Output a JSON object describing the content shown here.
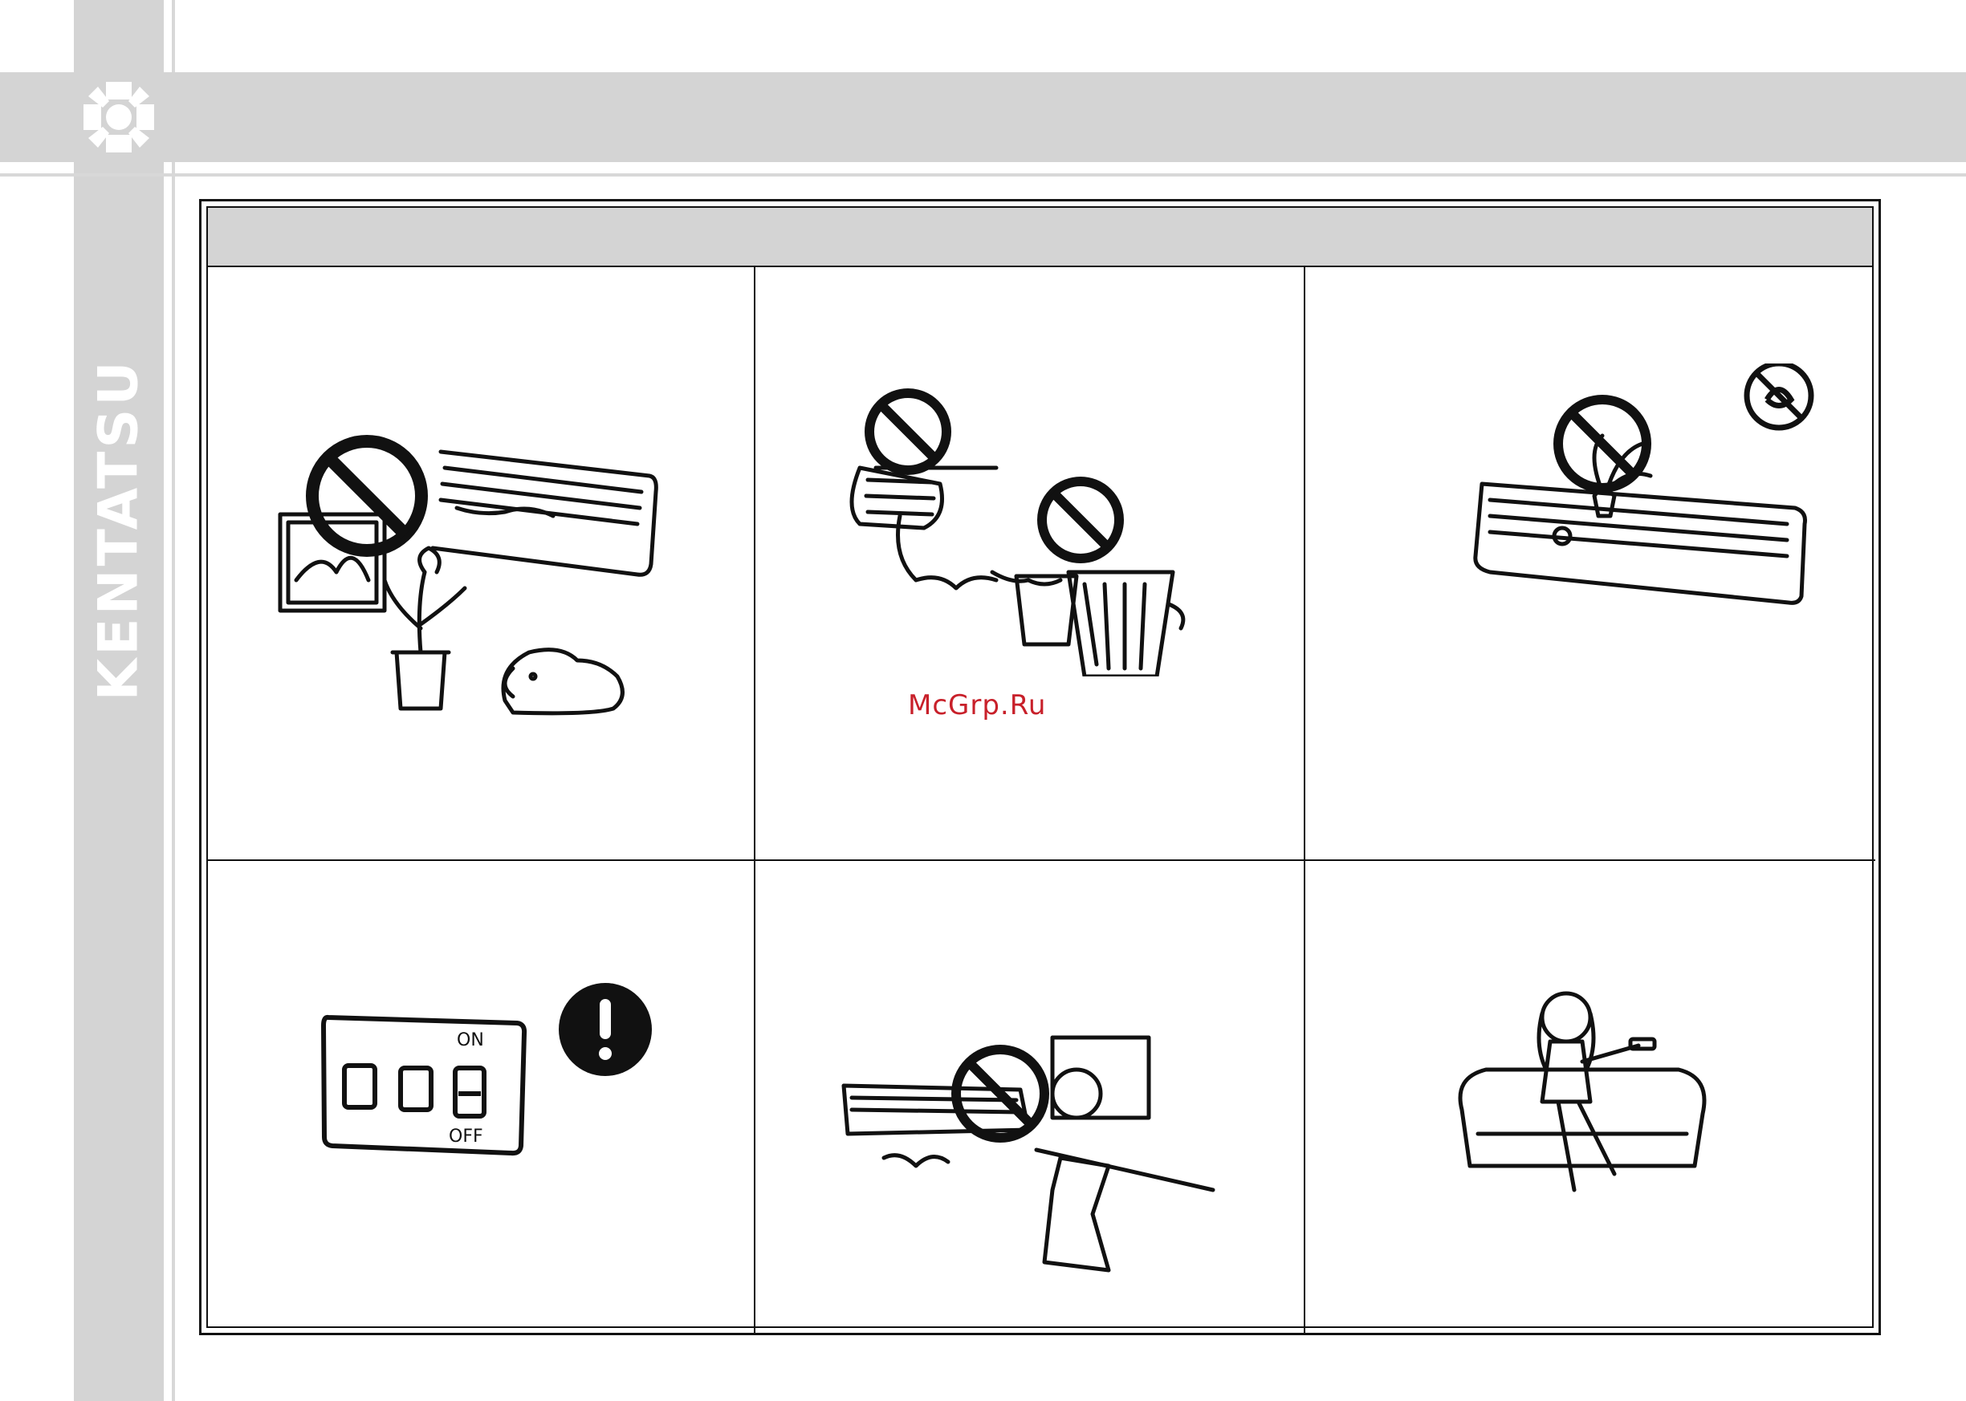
{
  "brand": {
    "name": "KENTATSU"
  },
  "watermark": {
    "text": "McGrp.Ru"
  },
  "illustrations": {
    "switch_on_label": "ON",
    "switch_off_label": "OFF"
  },
  "colors": {
    "band_gray": "#d4d4d4",
    "watermark_red": "#c8202a",
    "line_black": "#111111"
  }
}
